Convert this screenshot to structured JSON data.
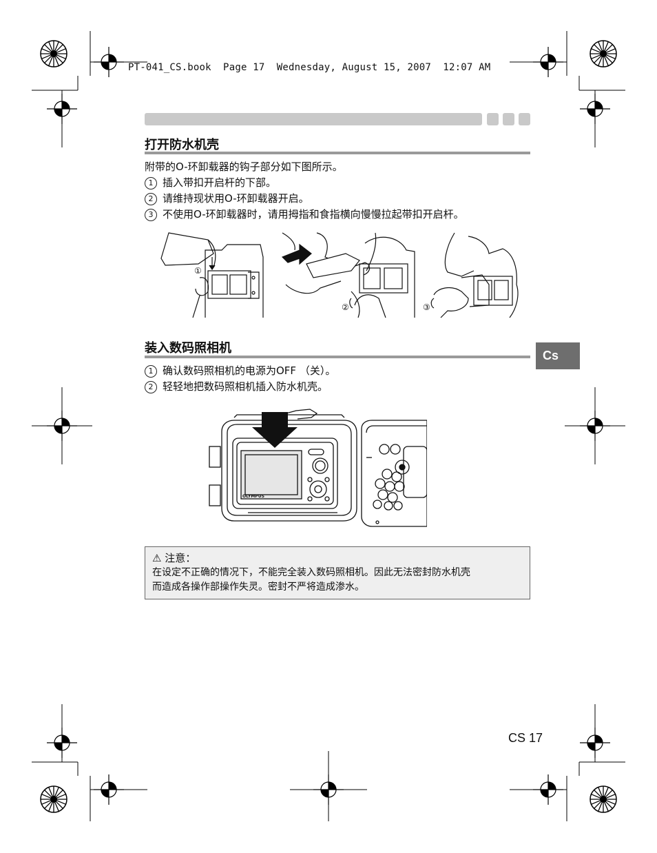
{
  "header": {
    "book_line": "PT-041_CS.book  Page 17  Wednesday, August 15, 2007  12:07 AM"
  },
  "section1": {
    "title": "打开防水机壳",
    "intro": "附带的O-环卸载器的钩子部分如下图所示。",
    "steps": [
      {
        "num": "1",
        "text": "插入带扣开启杆的下部。"
      },
      {
        "num": "2",
        "text": "请维持现状用O-环卸载器开启。"
      },
      {
        "num": "3",
        "text": "不使用O-环卸载器时，请用拇指和食指横向慢慢拉起带扣开启杆。"
      }
    ],
    "figure_labels": [
      "①",
      "②",
      "③"
    ]
  },
  "section2": {
    "title": "装入数码照相机",
    "steps": [
      {
        "num": "1",
        "text": "确认数码照相机的电源为OFF （关）。"
      },
      {
        "num": "2",
        "text": "轻轻地把数码照相机插入防水机壳。"
      }
    ],
    "camera_brand": "OLYMPUS"
  },
  "side_tab": "Cs",
  "caution": {
    "title": "注意：",
    "icon": "warning-triangle-icon",
    "lines": [
      "在设定不正确的情况下，不能完全装入数码照相机。因此无法密封防水机壳",
      "而造成各操作部操作失灵。密封不严将造成渗水。"
    ]
  },
  "page_number": "CS 17"
}
